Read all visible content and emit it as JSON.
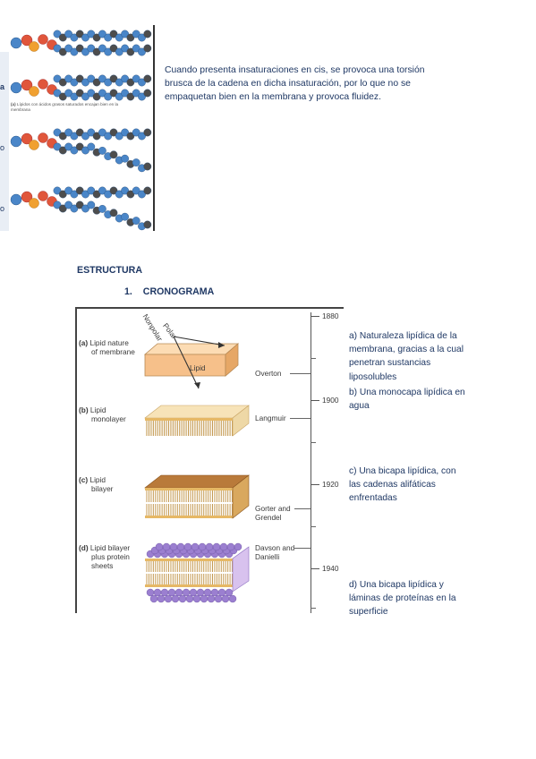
{
  "top_figure": {
    "caption_tag": "(a)",
    "caption": "Lípidos con ácidos grasos saturados encajan bien en la membrana",
    "margin_letters": [
      "a",
      "o",
      "o"
    ]
  },
  "intro_paragraph": "Cuando presenta insaturaciones en cis, se provoca una torsión brusca de la cadena en dicha insaturación, por lo que no se empaquetan bien en la membrana y provoca fluidez.",
  "section_heading": "ESTRUCTURA",
  "subheading_number": "1.",
  "subheading_text": "CRONOGRAMA",
  "timeline": {
    "years": [
      "1880",
      "1900",
      "1920",
      "1940"
    ],
    "stages": [
      {
        "tag": "(a)",
        "label_line1": "Lipid nature",
        "label_line2": "of membrane",
        "scientist_line1": "Overton",
        "scientist_line2": ""
      },
      {
        "tag": "(b)",
        "label_line1": "Lipid",
        "label_line2": "monolayer",
        "scientist_line1": "Langmuir",
        "scientist_line2": ""
      },
      {
        "tag": "(c)",
        "label_line1": "Lipid",
        "label_line2": "bilayer",
        "scientist_line1": "Gorter and",
        "scientist_line2": "Grendel"
      },
      {
        "tag": "(d)",
        "label_line1": "Lipid bilayer",
        "label_line2": "plus protein",
        "label_line3": "sheets",
        "scientist_line1": "Davson and",
        "scientist_line2": "Danielli"
      }
    ],
    "block_label": "Lipid",
    "arrow_polar": "Polar",
    "arrow_nonpolar": "Nonpolar"
  },
  "side_notes": {
    "a": "a)   Naturaleza lipídica de la membrana, gracias a la cual penetran sustancias liposolubles",
    "b": "b)   Una monocapa lipídica en agua",
    "c": "c)   Una bicapa lipídica, con las cadenas alifáticas enfrentadas",
    "d": "d)   Una bicapa lipídica y láminas de proteínas en la superficie"
  },
  "colors": {
    "text_blue": "#1f3864",
    "atom_blue": "#4a86c8",
    "atom_red": "#e0563b",
    "atom_orange": "#f0a030",
    "atom_dark": "#4d4d4d",
    "lipid_block": "#f6c08a",
    "protein_purple": "#9b7fd0",
    "head_gold": "#e6b865"
  }
}
